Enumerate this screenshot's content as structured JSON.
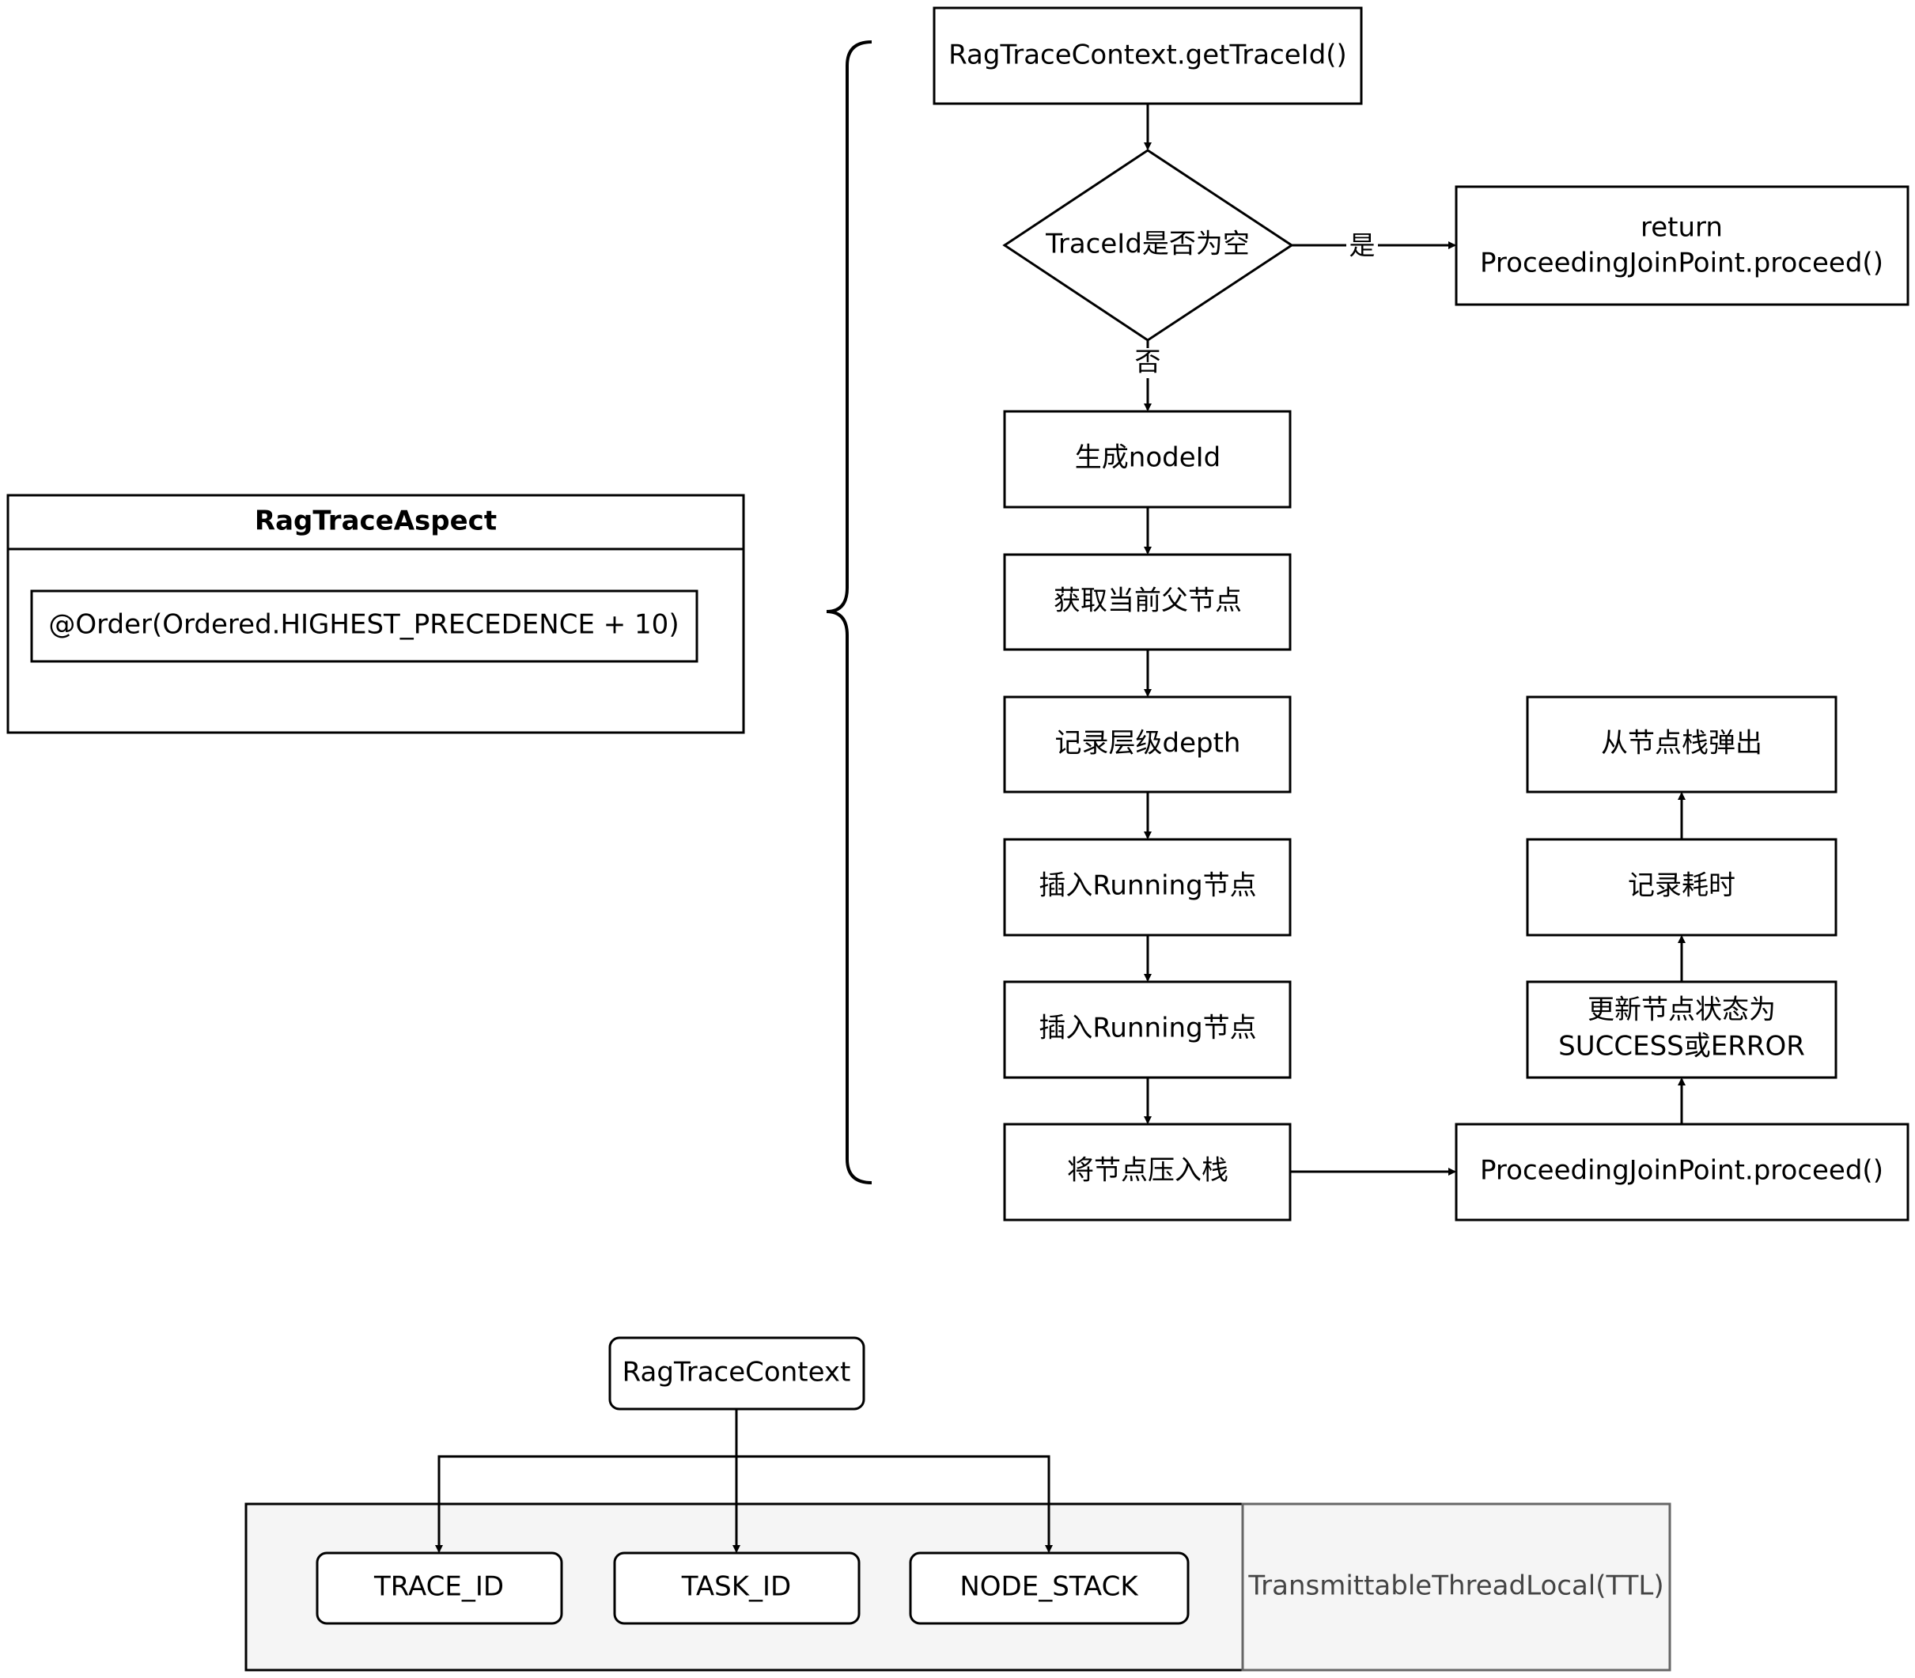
{
  "colors": {
    "stroke": "#000000",
    "background": "#ffffff",
    "ttl_fill": "#f5f5f5",
    "ttl_stroke": "#666666",
    "ttl_text": "#444444"
  },
  "aspect": {
    "title": "RagTraceAspect",
    "order": "@Order(Ordered.HIGHEST_PRECEDENCE + 10)"
  },
  "flow": {
    "get_trace_id": "RagTraceContext.getTraceId()",
    "decision": "TraceId是否为空",
    "yes_label": "是",
    "no_label": "否",
    "return_line1": "return",
    "return_line2": "ProceedingJoinPoint.proceed()",
    "gen_node_id": "生成nodeId",
    "get_parent": "获取当前父节点",
    "record_depth": "记录层级depth",
    "insert_running_1": "插入Running节点",
    "insert_running_2": "插入Running节点",
    "push_stack": "将节点压入栈",
    "proceed": "ProceedingJoinPoint.proceed()",
    "update_status_line1": "更新节点状态为",
    "update_status_line2": "SUCCESS或ERROR",
    "record_time": "记录耗时",
    "pop_stack": "从节点栈弹出"
  },
  "context": {
    "root": "RagTraceContext",
    "trace_id": "TRACE_ID",
    "task_id": "TASK_ID",
    "node_stack": "NODE_STACK",
    "ttl": "TransmittableThreadLocal(TTL)"
  }
}
